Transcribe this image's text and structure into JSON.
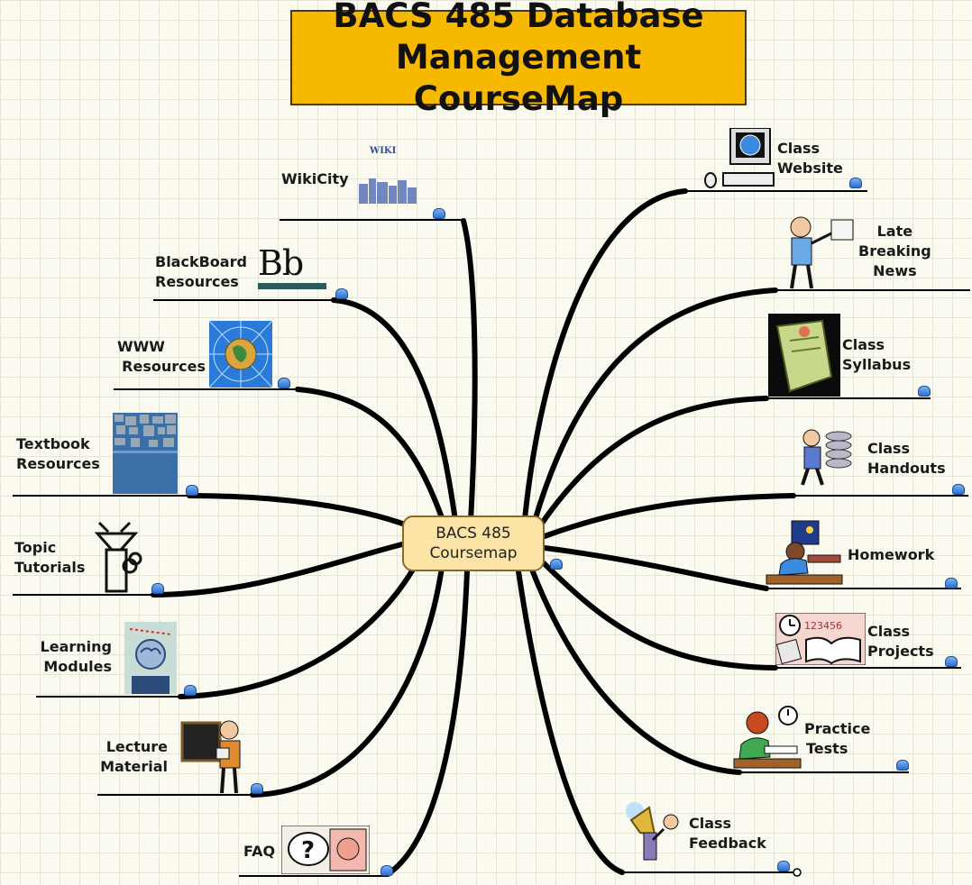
{
  "title": {
    "line1": "BACS 485 Database",
    "line2": "Management CourseMap"
  },
  "center": {
    "line1": "BACS 485",
    "line2": "Coursemap"
  },
  "left_nodes": [
    {
      "id": "wikicity",
      "lines": [
        "WikiCity"
      ],
      "icon": "wiki-skyline-icon",
      "badge": "WIKI"
    },
    {
      "id": "blackboard",
      "lines": [
        "BlackBoard",
        "Resources"
      ],
      "icon": "blackboard-logo-icon",
      "badge": "Bb"
    },
    {
      "id": "www",
      "lines": [
        "WWW",
        "Resources"
      ],
      "icon": "globe-web-icon"
    },
    {
      "id": "textbook",
      "lines": [
        "Textbook",
        "Resources"
      ],
      "icon": "textbook-cover-icon"
    },
    {
      "id": "tutorials",
      "lines": [
        "Topic",
        "Tutorials"
      ],
      "icon": "funnel-robot-icon"
    },
    {
      "id": "learning",
      "lines": [
        "Learning",
        "Modules"
      ],
      "icon": "brain-module-icon"
    },
    {
      "id": "lecture",
      "lines": [
        "Lecture",
        "Material"
      ],
      "icon": "teacher-chalkboard-icon"
    },
    {
      "id": "faq",
      "lines": [
        "FAQ"
      ],
      "icon": "question-face-icon"
    }
  ],
  "right_nodes": [
    {
      "id": "website",
      "lines": [
        "Class",
        "Website"
      ],
      "icon": "computer-globe-icon"
    },
    {
      "id": "news",
      "lines": [
        "Late",
        "Breaking",
        "News"
      ],
      "icon": "news-presenter-icon"
    },
    {
      "id": "syllabus",
      "lines": [
        "Class",
        "Syllabus"
      ],
      "icon": "scroll-syllabus-icon"
    },
    {
      "id": "handouts",
      "lines": [
        "Class",
        "Handouts"
      ],
      "icon": "person-carrying-disks-icon"
    },
    {
      "id": "homework",
      "lines": [
        "Homework"
      ],
      "icon": "student-desk-icon"
    },
    {
      "id": "projects",
      "lines": [
        "Class",
        "Projects"
      ],
      "icon": "clock-book-icon"
    },
    {
      "id": "tests",
      "lines": [
        "Practice",
        "Tests"
      ],
      "icon": "student-test-icon"
    },
    {
      "id": "feedback",
      "lines": [
        "Class",
        "Feedback"
      ],
      "icon": "megaphone-icon"
    }
  ],
  "colors": {
    "title_bg": "#f7b800",
    "center_bg": "#fbe4a6",
    "branch": "#000000",
    "link_icon": "#2a6fd1"
  }
}
